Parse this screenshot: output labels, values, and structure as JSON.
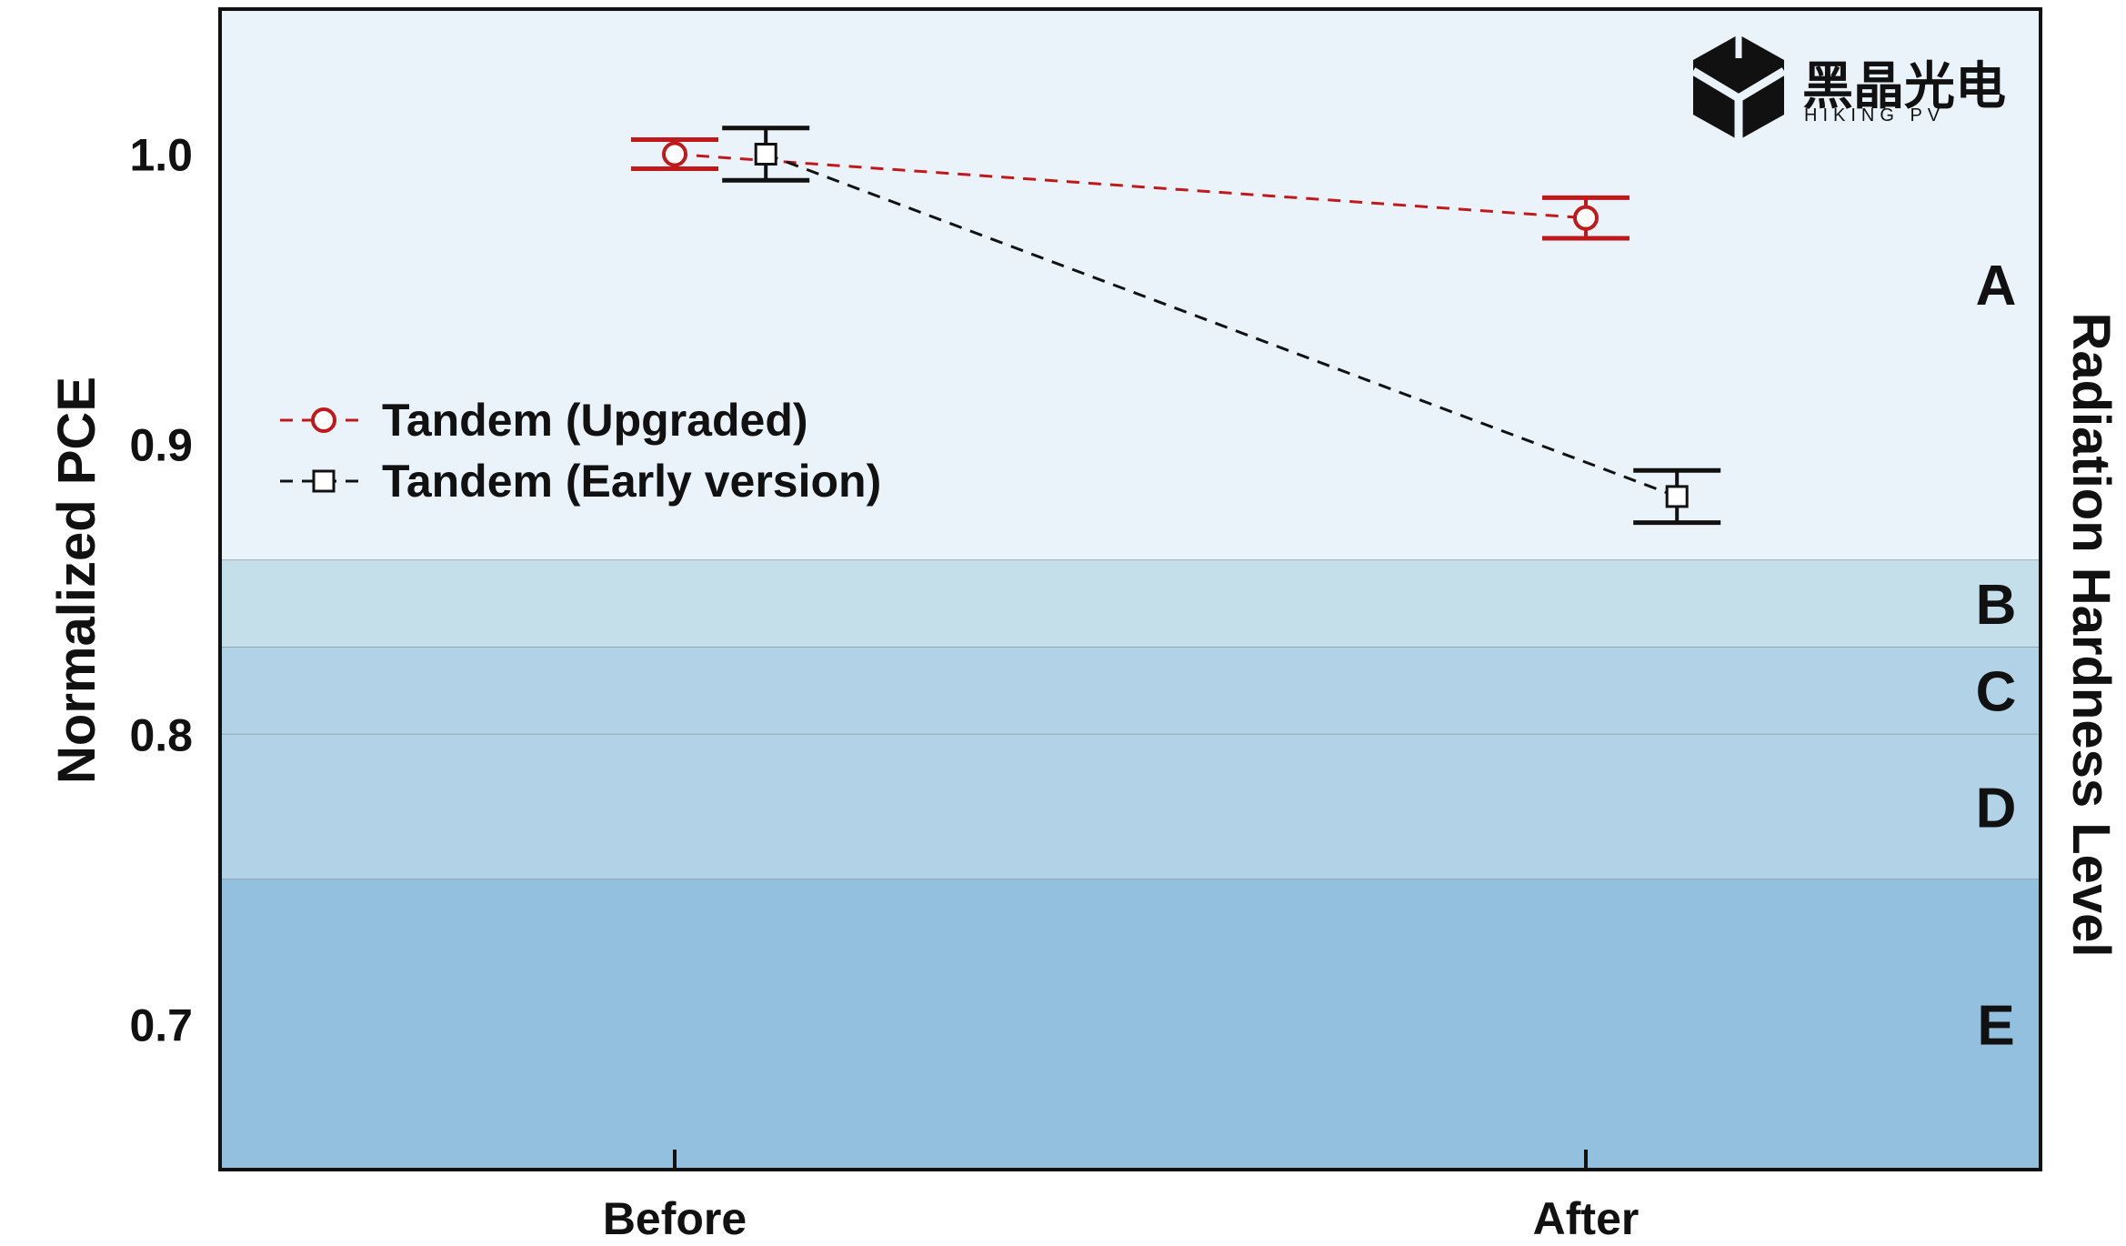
{
  "chart_data": {
    "type": "line",
    "categories": [
      "Before",
      "After"
    ],
    "ylabel": "Normalized PCE",
    "y2label": "Radiation Hardness Level",
    "ylim": [
      0.65,
      1.05
    ],
    "yticks": [
      0.7,
      0.8,
      0.9,
      1.0
    ],
    "ytick_labels": [
      "0.7",
      "0.8",
      "0.9",
      "1.0"
    ],
    "grid": false,
    "legend_position": "middle-left",
    "bands": [
      {
        "label": "A",
        "from": 0.86,
        "to": 1.05,
        "color": "#eaf3fa"
      },
      {
        "label": "B",
        "from": 0.83,
        "to": 0.86,
        "color": "#c4deea"
      },
      {
        "label": "C",
        "from": 0.8,
        "to": 0.83,
        "color": "#b1d2e7"
      },
      {
        "label": "D",
        "from": 0.75,
        "to": 0.8,
        "color": "#b1d2e7"
      },
      {
        "label": "E",
        "from": 0.65,
        "to": 0.75,
        "color": "#93c0df"
      }
    ],
    "series": [
      {
        "name": "Tandem (Upgraded)",
        "marker": "circle",
        "color": "#c0191c",
        "offset": 0,
        "values": [
          1.0,
          0.978
        ],
        "errors": [
          0.005,
          0.007
        ]
      },
      {
        "name": "Tandem (Early version)",
        "marker": "square",
        "color": "#111111",
        "offset": 0.1,
        "values": [
          1.0,
          0.882
        ],
        "errors": [
          0.009,
          0.009
        ]
      }
    ]
  },
  "logo": {
    "name_cn": "黑晶光电",
    "name_en": "HIKING PV"
  }
}
